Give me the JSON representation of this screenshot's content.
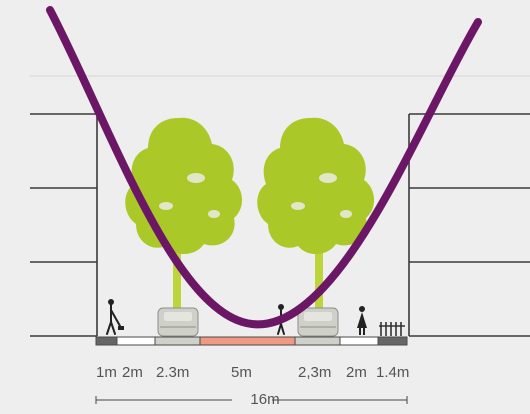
{
  "section": {
    "segments": [
      {
        "label": "1m",
        "color": "#666666"
      },
      {
        "label": "2m",
        "color": "#ffffff"
      },
      {
        "label": "2.3m",
        "color": "#cfd0c8"
      },
      {
        "label": "5m",
        "color": "#f19a83"
      },
      {
        "label": "2,3m",
        "color": "#cfd0c8"
      },
      {
        "label": "2m",
        "color": "#ffffff"
      },
      {
        "label": "1.4m",
        "color": "#666666"
      }
    ],
    "total_label": "16m"
  },
  "colors": {
    "background": "#edeeed",
    "tree": "#aac928",
    "tree_trunk": "#bdd53a",
    "building_line": "#3a3a3a",
    "curve": "#6b1766"
  }
}
